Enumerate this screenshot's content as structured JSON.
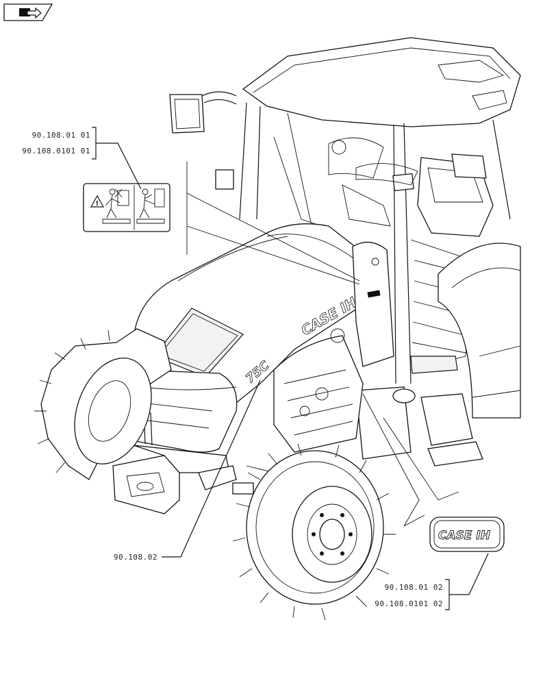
{
  "nav_icon": "book-arrow-icon",
  "references": {
    "warning_decal": [
      "90.108.01 01",
      "90.108.0101 01"
    ],
    "hood_decal": "90.108.02",
    "brand_decal": [
      "90.108.01 02",
      "90.108.0101 02"
    ]
  },
  "brand_decal_text": "CASE IH",
  "machine_model_text": "75C"
}
